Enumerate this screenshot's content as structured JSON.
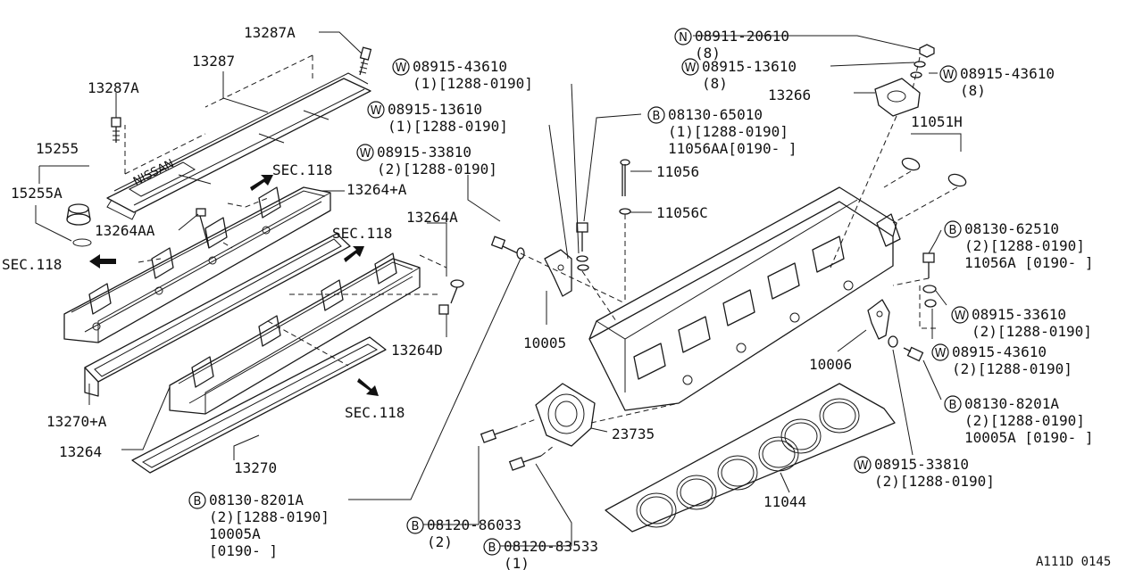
{
  "diagram_code": "A111D 0145",
  "cover_emblem_text": "NISSAN",
  "labels": [
    {
      "id": "l1",
      "lines": [
        "13287A"
      ]
    },
    {
      "id": "l2",
      "lines": [
        "13287"
      ]
    },
    {
      "id": "l3",
      "lines": [
        "13287A"
      ]
    },
    {
      "id": "l4",
      "lines": [
        "15255"
      ]
    },
    {
      "id": "l5",
      "lines": [
        "15255A"
      ]
    },
    {
      "id": "l6",
      "lines": [
        "SEC.118"
      ]
    },
    {
      "id": "l7",
      "lines": [
        "13264+A"
      ]
    },
    {
      "id": "l8",
      "lines": [
        "13264AA"
      ]
    },
    {
      "id": "l9",
      "lines": [
        "SEC.118"
      ]
    },
    {
      "id": "l10",
      "lines": [
        "SEC.118"
      ]
    },
    {
      "id": "l11",
      "lines": [
        "13264A"
      ]
    },
    {
      "id": "l12",
      "lines": [
        "13264D"
      ]
    },
    {
      "id": "l13",
      "lines": [
        "13270+A"
      ]
    },
    {
      "id": "l14",
      "lines": [
        "13264"
      ]
    },
    {
      "id": "l15",
      "lines": [
        "13270"
      ]
    },
    {
      "id": "l16",
      "lines": [
        "SEC.118"
      ]
    },
    {
      "id": "l17",
      "circle": "W",
      "lines": [
        "08915-43610",
        "(1)[1288-0190]"
      ]
    },
    {
      "id": "l18",
      "circle": "W",
      "lines": [
        "08915-13610",
        "(1)[1288-0190]"
      ]
    },
    {
      "id": "l19",
      "circle": "W",
      "lines": [
        "08915-33810",
        "(2)[1288-0190]"
      ]
    },
    {
      "id": "l20",
      "circle": "B",
      "lines": [
        "08130-65010",
        "(1)[1288-0190]",
        "11056AA[0190-  ]"
      ]
    },
    {
      "id": "l21",
      "lines": [
        "11056"
      ]
    },
    {
      "id": "l22",
      "lines": [
        "11056C"
      ]
    },
    {
      "id": "l23",
      "circle": "N",
      "lines": [
        "08911-20610",
        "(8)"
      ]
    },
    {
      "id": "l24",
      "circle": "W",
      "lines": [
        "08915-13610",
        "(8)"
      ]
    },
    {
      "id": "l25",
      "circle": "W",
      "lines": [
        "08915-43610",
        "(8)"
      ]
    },
    {
      "id": "l26",
      "lines": [
        "13266"
      ]
    },
    {
      "id": "l27",
      "lines": [
        "11051H"
      ]
    },
    {
      "id": "l28",
      "circle": "B",
      "lines": [
        "08130-62510",
        "(2)[1288-0190]",
        "11056A [0190-  ]"
      ]
    },
    {
      "id": "l29",
      "circle": "W",
      "lines": [
        "08915-33610",
        "(2)[1288-0190]"
      ]
    },
    {
      "id": "l30",
      "circle": "W",
      "lines": [
        "08915-43610",
        "(2)[1288-0190]"
      ]
    },
    {
      "id": "l31",
      "lines": [
        "10005"
      ]
    },
    {
      "id": "l32",
      "lines": [
        "10006"
      ]
    },
    {
      "id": "l33",
      "circle": "B",
      "lines": [
        "08130-8201A",
        "(2)[1288-0190]",
        "10005A [0190-  ]"
      ]
    },
    {
      "id": "l34",
      "lines": [
        "23735"
      ]
    },
    {
      "id": "l35",
      "circle": "W",
      "lines": [
        "08915-33810",
        "(2)[1288-0190]"
      ]
    },
    {
      "id": "l36",
      "lines": [
        "11044"
      ]
    },
    {
      "id": "l37",
      "circle": "B",
      "lines": [
        "08130-8201A",
        "(2)[1288-0190]",
        "10005A",
        "[0190-  ]"
      ]
    },
    {
      "id": "l38",
      "circle": "B",
      "lines": [
        "08120-86033",
        "(2)"
      ]
    },
    {
      "id": "l39",
      "circle": "B",
      "lines": [
        "08120-83533",
        "(1)"
      ]
    }
  ]
}
